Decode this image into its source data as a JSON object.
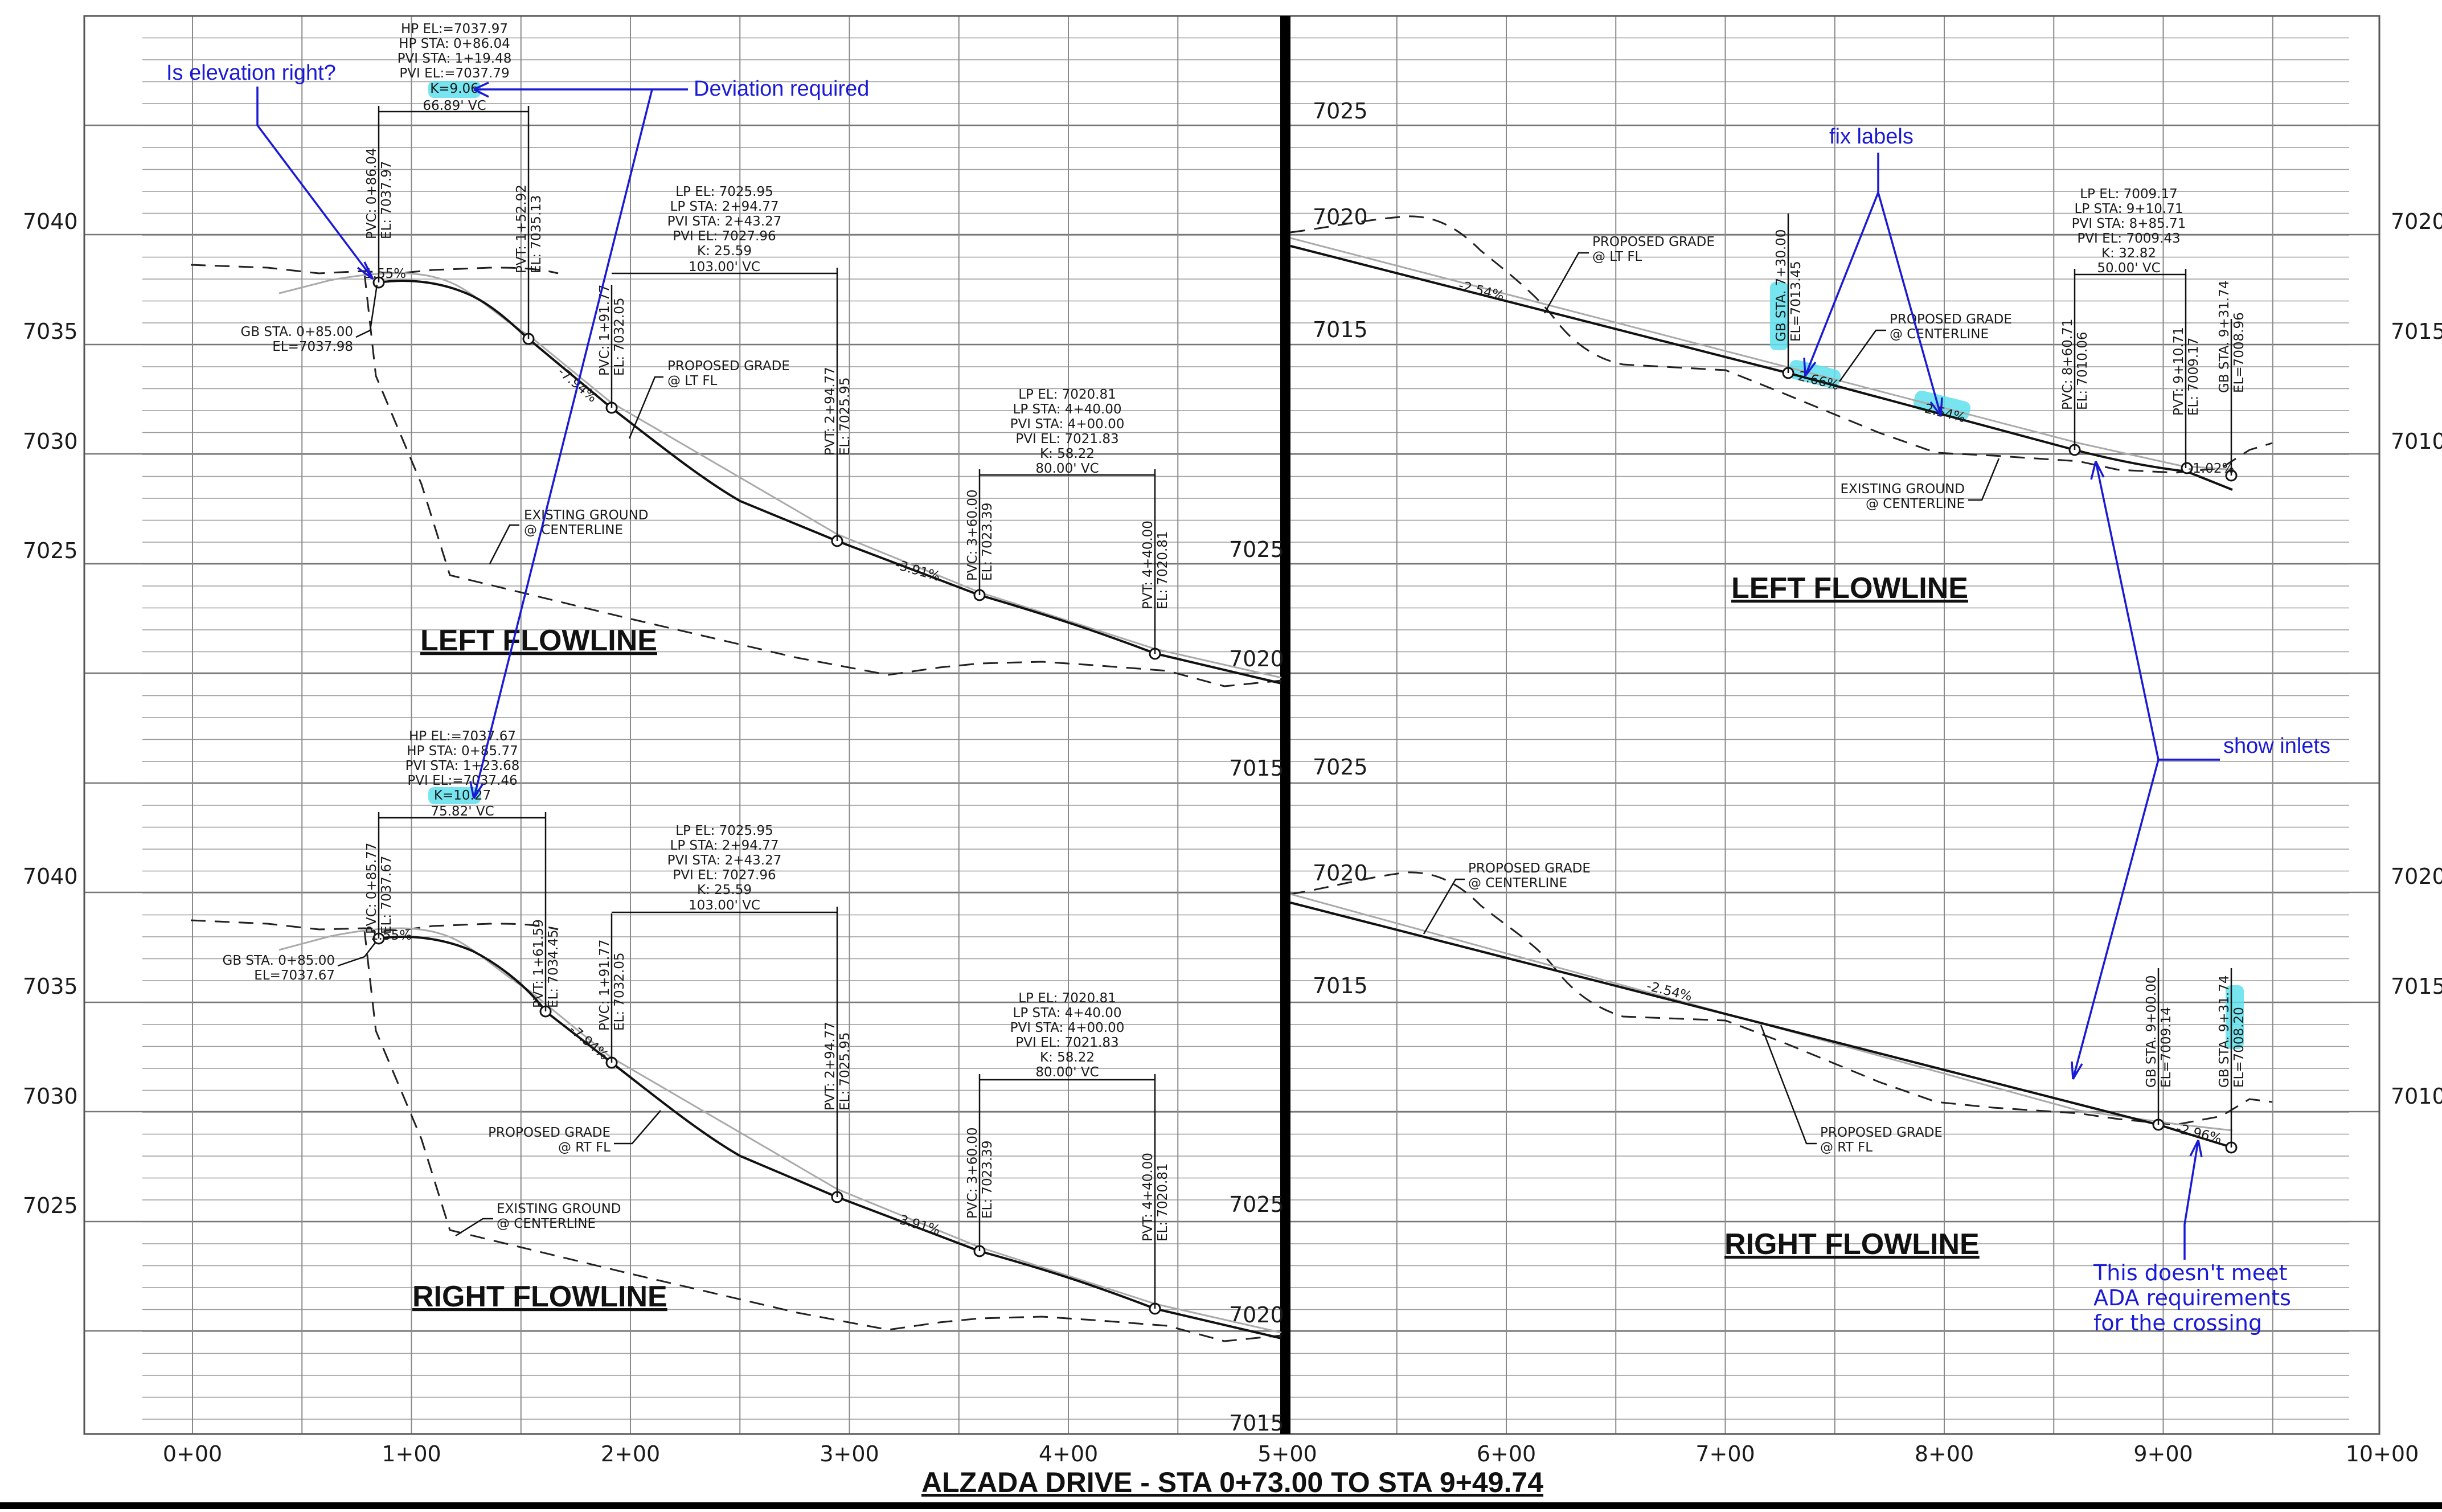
{
  "sheet_title": "ALZADA DRIVE - STA 0+73.00 TO STA 9+49.74",
  "stations": [
    "0+00",
    "1+00",
    "2+00",
    "3+00",
    "4+00",
    "5+00",
    "6+00",
    "7+00",
    "8+00",
    "9+00",
    "10+00"
  ],
  "elev_axis": {
    "left_top": [
      "7040",
      "7035",
      "7030",
      "7025"
    ],
    "left_bottom": [
      "7040",
      "7035",
      "7030",
      "7025"
    ],
    "mid_left_top": [
      "7025",
      "7020",
      "7015"
    ],
    "mid_left_bottom": [
      "7025",
      "7020",
      "7015"
    ],
    "mid_right_top": [
      "7025",
      "7020",
      "7015"
    ],
    "mid_right_bottom": [
      "7025",
      "7020",
      "7015"
    ],
    "right_top": [
      "7020",
      "7015",
      "7010"
    ],
    "right_bottom": [
      "7020",
      "7015",
      "7010"
    ]
  },
  "profiles": {
    "left_flowline_1": {
      "title": "LEFT FLOWLINE",
      "hp_block": [
        "HP EL:=7037.97",
        "HP STA: 0+86.04",
        "PVI STA: 1+19.48",
        "PVI EL:=7037.79",
        "K=9.06",
        "66.89' VC"
      ],
      "pvc1": [
        "PVC: 0+86.04",
        "EL: 7037.97"
      ],
      "pvt1": [
        "PVT: 1+52.92",
        "EL: 7035.13"
      ],
      "pvc2": [
        "PVC: 1+91.77",
        "EL: 7032.05"
      ],
      "lp_block_1": [
        "LP EL: 7025.95",
        "LP STA: 2+94.77",
        "PVI STA: 2+43.27",
        "PVI EL: 7027.96",
        "K: 25.59",
        "103.00' VC"
      ],
      "pvt2": [
        "PVT: 2+94.77",
        "EL: 7025.95"
      ],
      "lp_block_2": [
        "LP EL: 7020.81",
        "LP STA: 4+40.00",
        "PVI STA: 4+00.00",
        "PVI EL: 7021.83",
        "K: 58.22",
        "80.00' VC"
      ],
      "pvc3": [
        "PVC: 3+60.00",
        "EL: 7023.39"
      ],
      "pvt3": [
        "PVT: 4+40.00",
        "EL: 7020.81"
      ],
      "gb": [
        "GB STA. 0+85.00",
        "EL=7037.98"
      ],
      "proposed": [
        "PROPOSED GRADE",
        "@ LT FL"
      ],
      "existing": [
        "EXISTING GROUND",
        "@ CENTERLINE"
      ],
      "grades": [
        "1.55%",
        "-7.94%",
        "-3.91%"
      ]
    },
    "right_flowline_1": {
      "title": "RIGHT FLOWLINE",
      "hp_block": [
        "HP EL:=7037.67",
        "HP STA: 0+85.77",
        "PVI STA: 1+23.68",
        "PVI EL:=7037.46",
        "K=10.27",
        "75.82' VC"
      ],
      "pvc1": [
        "PVC: 0+85.77",
        "EL: 7037.67"
      ],
      "pvt1": [
        "PVT: 1+61.59",
        "EL: 7034.45"
      ],
      "pvc2": [
        "PVC: 1+91.77",
        "EL: 7032.05"
      ],
      "lp_block_1": [
        "LP EL: 7025.95",
        "LP STA: 2+94.77",
        "PVI STA: 2+43.27",
        "PVI EL: 7027.96",
        "K: 25.59",
        "103.00' VC"
      ],
      "pvt2": [
        "PVT: 2+94.77",
        "EL: 7025.95"
      ],
      "lp_block_2": [
        "LP EL: 7020.81",
        "LP STA: 4+40.00",
        "PVI STA: 4+00.00",
        "PVI EL: 7021.83",
        "K: 58.22",
        "80.00' VC"
      ],
      "pvc3": [
        "PVC: 3+60.00",
        "EL: 7023.39"
      ],
      "pvt3": [
        "PVT: 4+40.00",
        "EL: 7020.81"
      ],
      "gb": [
        "GB STA. 0+85.00",
        "EL=7037.67"
      ],
      "proposed": [
        "PROPOSED GRADE",
        "@ RT FL"
      ],
      "existing": [
        "EXISTING GROUND",
        "@ CENTERLINE"
      ],
      "grades": [
        "1.55%",
        "-7.94%",
        "-3.91%"
      ]
    },
    "left_flowline_2": {
      "title": "LEFT FLOWLINE",
      "lp_block": [
        "LP EL: 7009.17",
        "LP STA: 9+10.71",
        "PVI STA: 8+85.71",
        "PVI EL: 7009.43",
        "K: 32.82",
        "50.00' VC"
      ],
      "gb1": [
        "GB STA. 7+30.00",
        "EL=7013.45"
      ],
      "pvc": [
        "PVC: 8+60.71",
        "EL: 7010.06"
      ],
      "pvt": [
        "PVT: 9+10.71",
        "EL: 7009.17"
      ],
      "gb2": [
        "GB STA. 9+31.74",
        "EL=7008.96"
      ],
      "proposed_lt": [
        "PROPOSED GRADE",
        "@ LT FL"
      ],
      "proposed_cl": [
        "PROPOSED GRADE",
        "@ CENTERLINE"
      ],
      "existing": [
        "EXISTING GROUND",
        "@ CENTERLINE"
      ],
      "grades": [
        "-2.54%",
        "-2.66%",
        "-2.54%",
        "-1.02%"
      ]
    },
    "right_flowline_2": {
      "title": "RIGHT FLOWLINE",
      "gb1": [
        "GB STA. 9+00.00",
        "EL=7009.14"
      ],
      "gb2": [
        "GB STA. 9+31.74",
        "EL=7008.20"
      ],
      "proposed_cl": [
        "PROPOSED GRADE",
        "@ CENTERLINE"
      ],
      "proposed_rt": [
        "PROPOSED GRADE",
        "@ RT FL"
      ],
      "grades": [
        "-2.54%",
        "-2.96%"
      ]
    }
  },
  "markup_notes": {
    "elevation": "Is elevation right?",
    "deviation": "Deviation required",
    "fix_labels": "fix labels",
    "show_inlets": "show inlets",
    "ada": [
      "This doesn't meet",
      "ADA requirements",
      "for the crossing"
    ]
  },
  "colors": {
    "markup": "#1a1ad6",
    "highlight": "#5fe0ec",
    "line": "#111111",
    "grid": "#8a8a8a"
  }
}
